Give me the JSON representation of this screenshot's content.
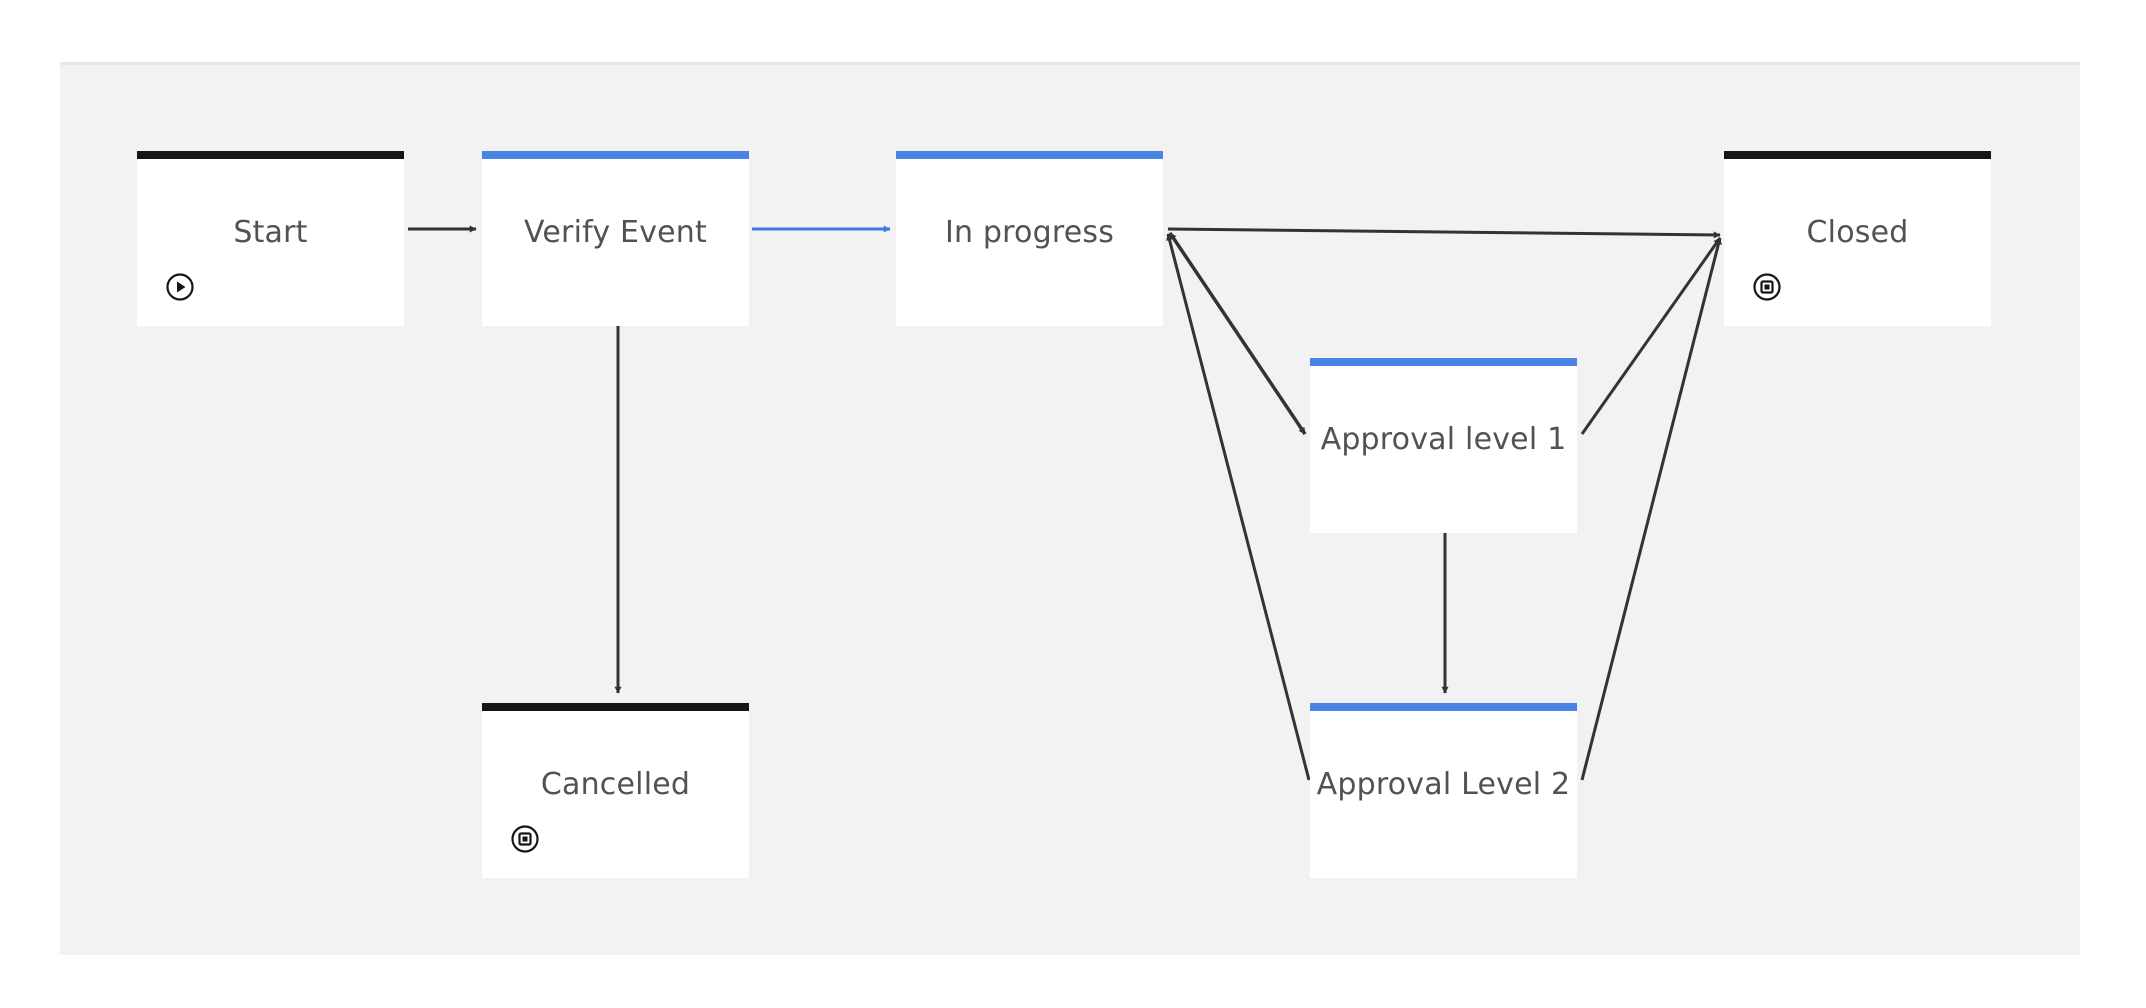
{
  "diagram": {
    "nodes": [
      {
        "id": "start",
        "label": "Start",
        "kind": "terminal",
        "icon": "play-circle-icon"
      },
      {
        "id": "verify-event",
        "label": "Verify Event",
        "kind": "state"
      },
      {
        "id": "in-progress",
        "label": "In progress",
        "kind": "state"
      },
      {
        "id": "closed",
        "label": "Closed",
        "kind": "terminal",
        "icon": "stop-circle-icon"
      },
      {
        "id": "approval-level-1",
        "label": "Approval level 1",
        "kind": "state"
      },
      {
        "id": "approval-level-2",
        "label": "Approval Level 2",
        "kind": "state"
      },
      {
        "id": "cancelled",
        "label": "Cancelled",
        "kind": "terminal",
        "icon": "stop-circle-icon"
      }
    ],
    "edges": [
      {
        "from": "start",
        "to": "verify-event"
      },
      {
        "from": "verify-event",
        "to": "in-progress",
        "highlighted": true
      },
      {
        "from": "verify-event",
        "to": "cancelled"
      },
      {
        "from": "in-progress",
        "to": "closed"
      },
      {
        "from": "in-progress",
        "to": "approval-level-1",
        "bidirectional": true
      },
      {
        "from": "approval-level-1",
        "to": "approval-level-2"
      },
      {
        "from": "approval-level-2",
        "to": "in-progress"
      },
      {
        "from": "approval-level-1",
        "to": "closed"
      },
      {
        "from": "approval-level-2",
        "to": "closed"
      }
    ]
  },
  "colors": {
    "state_accent": "#4a85e6",
    "terminal_accent": "#161616",
    "edge": "#333333",
    "edge_highlight": "#3d7ae0",
    "canvas": "#f2f2f2"
  }
}
